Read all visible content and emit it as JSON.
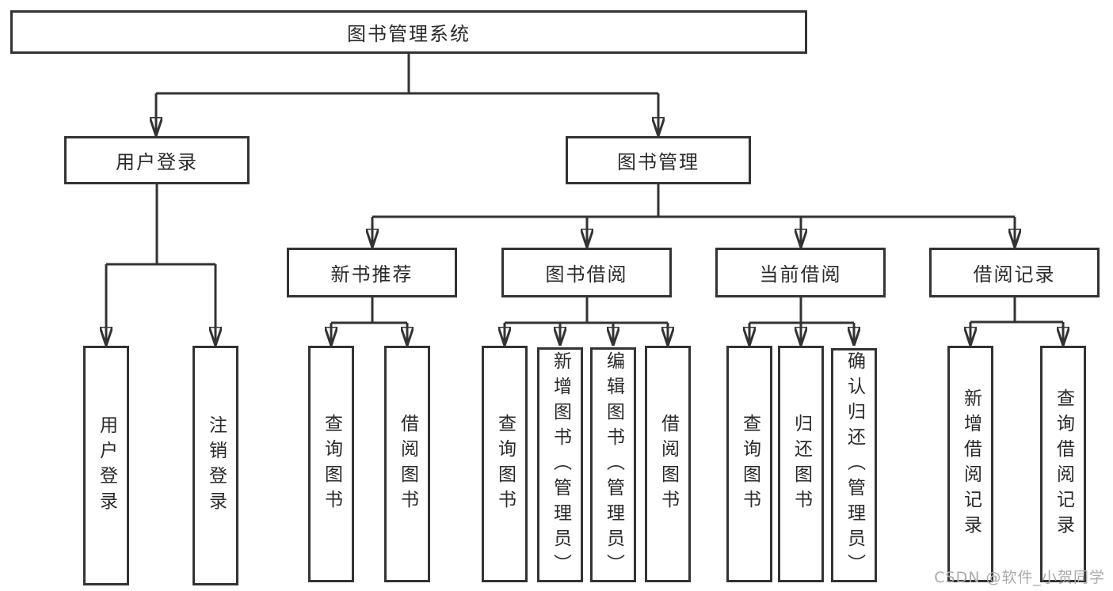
{
  "title": "图书管理系统",
  "nodes": {
    "root": "图书管理系统",
    "user_login": "用户登录",
    "book_mgmt": "图书管理",
    "new_book_rec": "新书推荐",
    "book_borrow": "图书借阅",
    "current_borrow": "当前借阅",
    "borrow_record": "借阅记录",
    "leaf_user_login": "用户登录",
    "leaf_logout": "注销登录",
    "rec_query_book": "查询图书",
    "rec_borrow_book": "借阅图书",
    "bb_query_book": "查询图书",
    "bb_add_book": "新增图书（管理员）",
    "bb_edit_book": "编辑图书（管理员）",
    "bb_borrow_book": "借阅图书",
    "cb_query_book": "查询图书",
    "cb_return_book": "归还图书",
    "cb_confirm_return": "确认归还（管理员）",
    "br_add_record": "新增借阅记录",
    "br_query_record": "查询借阅记录"
  },
  "edges": [
    [
      "root",
      "user_login"
    ],
    [
      "root",
      "book_mgmt"
    ],
    [
      "user_login",
      "leaf_user_login"
    ],
    [
      "user_login",
      "leaf_logout"
    ],
    [
      "book_mgmt",
      "new_book_rec"
    ],
    [
      "book_mgmt",
      "book_borrow"
    ],
    [
      "book_mgmt",
      "current_borrow"
    ],
    [
      "book_mgmt",
      "borrow_record"
    ],
    [
      "new_book_rec",
      "rec_query_book"
    ],
    [
      "new_book_rec",
      "rec_borrow_book"
    ],
    [
      "book_borrow",
      "bb_query_book"
    ],
    [
      "book_borrow",
      "bb_add_book"
    ],
    [
      "book_borrow",
      "bb_edit_book"
    ],
    [
      "book_borrow",
      "bb_borrow_book"
    ],
    [
      "current_borrow",
      "cb_query_book"
    ],
    [
      "current_borrow",
      "cb_return_book"
    ],
    [
      "current_borrow",
      "cb_confirm_return"
    ],
    [
      "borrow_record",
      "br_add_record"
    ],
    [
      "borrow_record",
      "br_query_record"
    ]
  ],
  "watermark": "CSDN @软件_小贺同学",
  "colors": {
    "line": "#333333",
    "text": "#2a2a2a",
    "background": "#ffffff",
    "watermark": "#ababab"
  }
}
